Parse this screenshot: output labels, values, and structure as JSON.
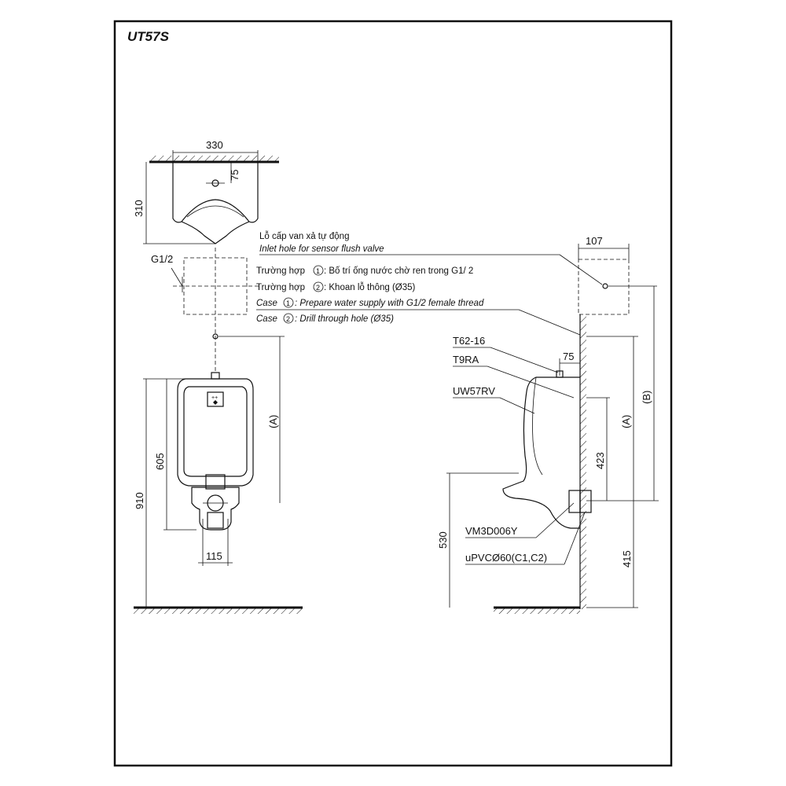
{
  "model": "UT57S",
  "plan_view": {
    "width": "330",
    "depth": "310",
    "hole_offset": "75"
  },
  "front_view": {
    "supply_label": "G1/2",
    "total_height": "910",
    "body_height": "605",
    "outlet_width": "115",
    "A": "(A)"
  },
  "side_view": {
    "top_box_width": "107",
    "valve_offset": "75",
    "outlet_height_section": "423",
    "A": "(A)",
    "B": "(B)",
    "floor_to_outlet": "415",
    "floor_to_lip": "530"
  },
  "notes": {
    "inlet_vi": "Lỗ cấp van xả tự động",
    "inlet_en": "Inlet hole for sensor flush valve",
    "case1_vi_prefix": "Trường hợp",
    "case1_vi_text": ": Bố trí ống nước chờ ren trong G1/ 2",
    "case2_vi_prefix": "Trường hợp",
    "case2_vi_text": ": Khoan lỗ thông (Ø35)",
    "case1_en_prefix": "Case",
    "case1_en_text": ": Prepare water supply with G1/2 female thread",
    "case2_en_prefix": "Case",
    "case2_en_text": ": Drill through hole (Ø35)",
    "num1": "1",
    "num2": "2"
  },
  "parts": {
    "p1": "T62-16",
    "p2": "T9RA",
    "p3": "UW57RV",
    "p4": "VM3D006Y",
    "p5": "uPVCØ60(C1,C2)"
  }
}
